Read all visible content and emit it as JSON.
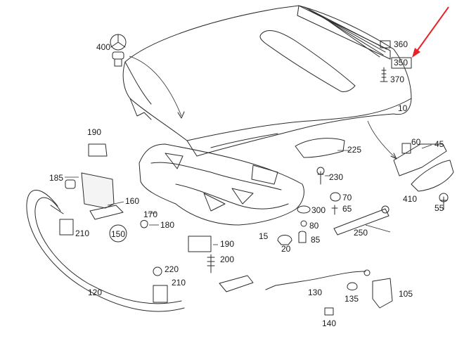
{
  "diagram": {
    "highlight_color": "#e8222a",
    "line_color": "#2b2b2b",
    "labels": {
      "p10": "10",
      "p15": "15",
      "p20": "20",
      "p45": "45",
      "p55": "55",
      "p60": "60",
      "p65": "65",
      "p70": "70",
      "p80": "80",
      "p85": "85",
      "p105": "105",
      "p120": "120",
      "p130": "130",
      "p135": "135",
      "p140": "140",
      "p150": "150",
      "p160": "160",
      "p170": "170",
      "p180": "180",
      "p185": "185",
      "p190a": "190",
      "p190b": "190",
      "p200": "200",
      "p210a": "210",
      "p210b": "210",
      "p220": "220",
      "p225": "225",
      "p230": "230",
      "p250": "250",
      "p300": "300",
      "p350": "350",
      "p360": "360",
      "p370": "370",
      "p400": "400",
      "p410": "410"
    }
  }
}
